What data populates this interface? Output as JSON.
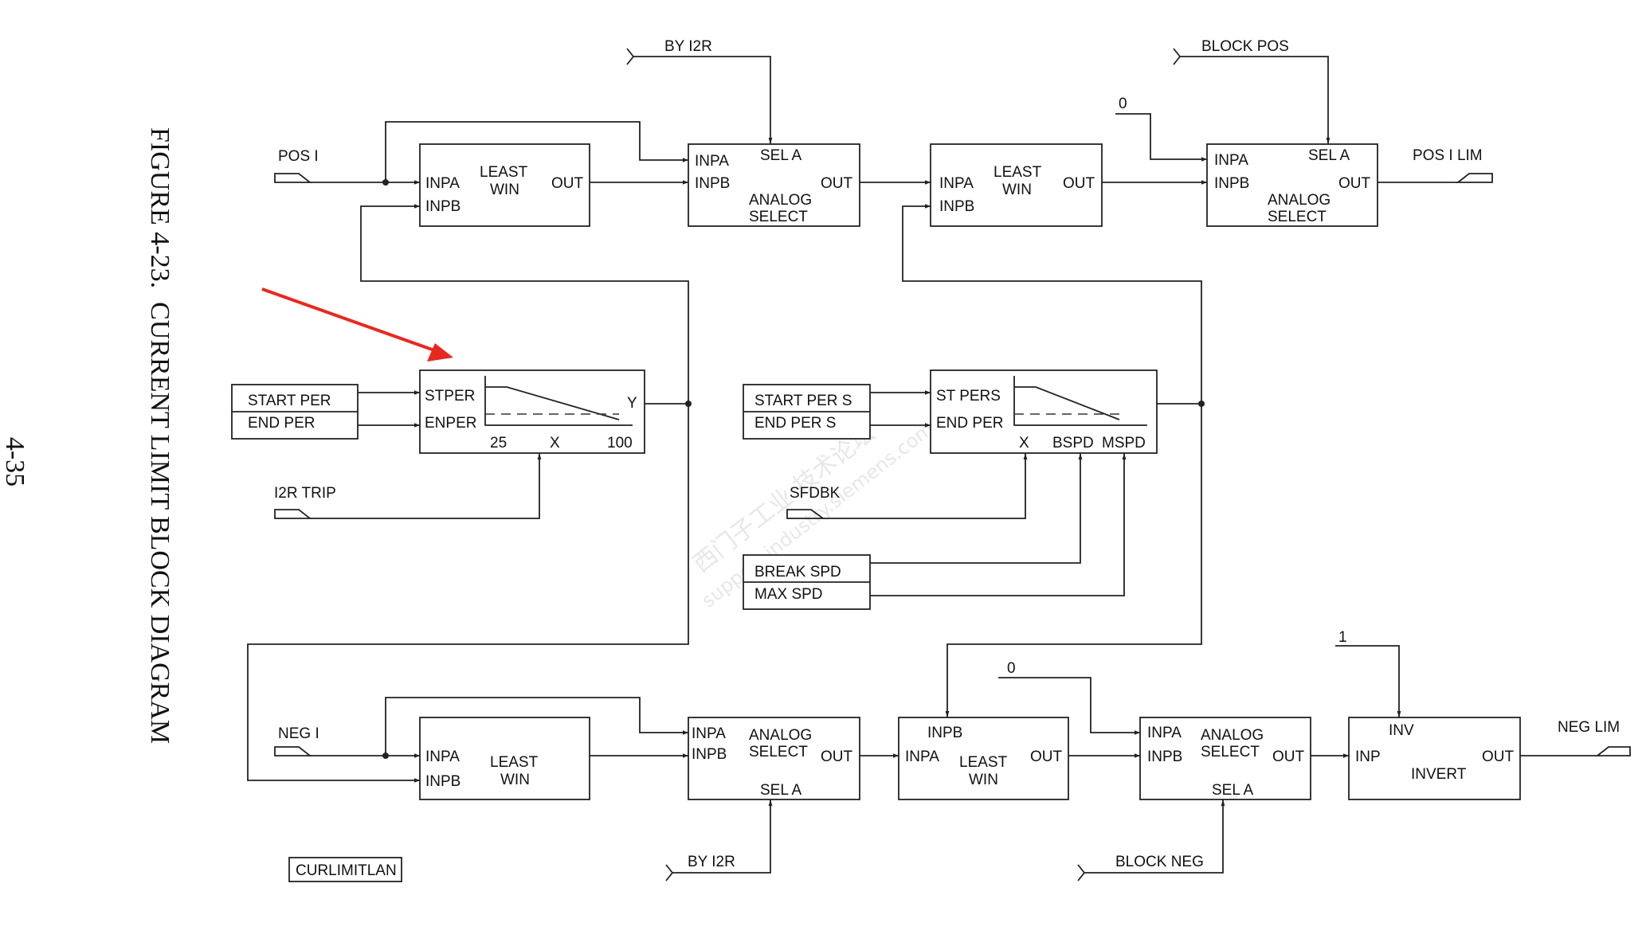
{
  "figure": {
    "title": "FIGURE 4-23.  CURRENT LIMIT BLOCK DIAGRAM",
    "page_number": "4-35",
    "tag": "CURLIMITLAN",
    "watermark_cn": "西门子工业  技术论坛",
    "watermark_url": "support.industry.siemens.com"
  },
  "signals": {
    "pos_i": "POS I",
    "neg_i": "NEG I",
    "by_i2r_top": "BY I2R",
    "by_i2r_bottom": "BY I2R",
    "block_pos": "BLOCK POS",
    "block_neg": "BLOCK NEG",
    "pos_i_lim": "POS I LIM",
    "neg_lim": "NEG LIM",
    "i2r_trip": "I2R TRIP",
    "sfdbk": "SFDBK",
    "const_zero_top": "0",
    "const_zero_bottom": "0",
    "const_one": "1"
  },
  "param_boxes": {
    "per": [
      "START PER",
      "END PER"
    ],
    "per_s": [
      "START PER S",
      "END PER S"
    ],
    "spd": [
      "BREAK SPD",
      "MAX SPD"
    ]
  },
  "ports": {
    "inpa": "INPA",
    "inpb": "INPB",
    "out": "OUT",
    "sel_a": "SEL A",
    "inp": "INP",
    "inv": "INV",
    "y": "Y",
    "x": "X",
    "stper": "STPER",
    "enper": "ENPER",
    "st_pers": "ST PERS",
    "end_per": "END PER",
    "bspd": "BSPD",
    "mspd": "MSPD",
    "x_min": "25",
    "x_max": "100"
  },
  "blocks": {
    "least_win_1": "LEAST",
    "least_win_2": "WIN",
    "analog_select_1": "ANALOG",
    "analog_select_2": "SELECT",
    "invert": "INVERT"
  },
  "colors": {
    "line": "#222222",
    "annotation_arrow": "#e8281e"
  }
}
